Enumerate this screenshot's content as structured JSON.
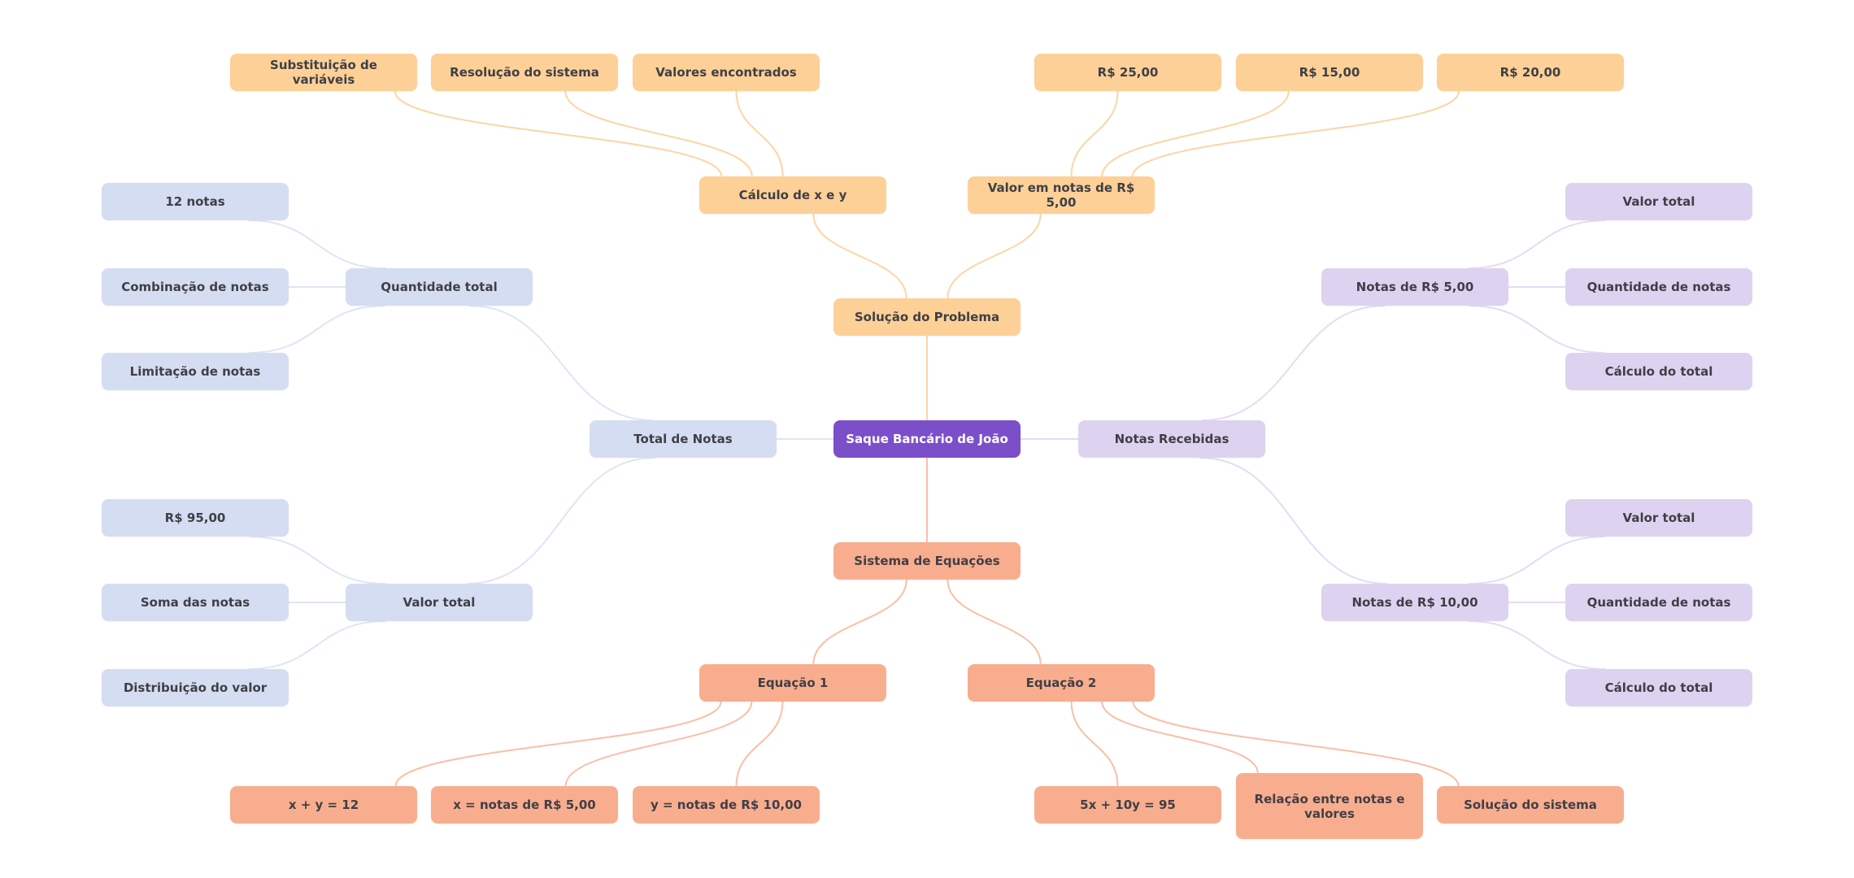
{
  "mindmap": {
    "root": {
      "id": "root",
      "label": "Saque Bancário de João",
      "color": "#7b4fc9"
    },
    "palette": {
      "orange": {
        "fill": "#fdd097",
        "edge": "#fdd5a3"
      },
      "salmon": {
        "fill": "#f9ad8f",
        "edge": "#f9bfa6"
      },
      "blue": {
        "fill": "#d5ddf2",
        "edge": "#dfe5f5"
      },
      "purple": {
        "fill": "#ddd3f0",
        "edge": "#e4dcf4"
      },
      "text": "#3f3f46"
    },
    "nodes": [
      {
        "id": "solucao",
        "parent": "root",
        "label": "Solução do Problema",
        "branch": "orange"
      },
      {
        "id": "calculo",
        "parent": "solucao",
        "label": "Cálculo de x e y",
        "branch": "orange"
      },
      {
        "id": "valor5",
        "parent": "solucao",
        "label": "Valor em notas de R$ 5,00",
        "branch": "orange"
      },
      {
        "id": "subst",
        "parent": "calculo",
        "label": "Substituição de variáveis",
        "branch": "orange"
      },
      {
        "id": "resol",
        "parent": "calculo",
        "label": "Resolução do sistema",
        "branch": "orange"
      },
      {
        "id": "valores",
        "parent": "calculo",
        "label": "Valores encontrados",
        "branch": "orange"
      },
      {
        "id": "r25",
        "parent": "valor5",
        "label": "R$ 25,00",
        "branch": "orange"
      },
      {
        "id": "r15",
        "parent": "valor5",
        "label": "R$ 15,00",
        "branch": "orange"
      },
      {
        "id": "r20",
        "parent": "valor5",
        "label": "R$ 20,00",
        "branch": "orange"
      },
      {
        "id": "sistema",
        "parent": "root",
        "label": "Sistema de Equações",
        "branch": "salmon"
      },
      {
        "id": "eq1",
        "parent": "sistema",
        "label": "Equação 1",
        "branch": "salmon"
      },
      {
        "id": "eq2",
        "parent": "sistema",
        "label": "Equação 2",
        "branch": "salmon"
      },
      {
        "id": "xy12",
        "parent": "eq1",
        "label": "x + y = 12",
        "branch": "salmon"
      },
      {
        "id": "xnotas",
        "parent": "eq1",
        "label": "x = notas de R$ 5,00",
        "branch": "salmon"
      },
      {
        "id": "ynotas",
        "parent": "eq1",
        "label": "y = notas de R$ 10,00",
        "branch": "salmon"
      },
      {
        "id": "eq95",
        "parent": "eq2",
        "label": "5x + 10y = 95",
        "branch": "salmon"
      },
      {
        "id": "relacao",
        "parent": "eq2",
        "label": "Relação entre notas e valores",
        "branch": "salmon"
      },
      {
        "id": "solsis",
        "parent": "eq2",
        "label": "Solução do sistema",
        "branch": "salmon"
      },
      {
        "id": "total",
        "parent": "root",
        "label": "Total de Notas",
        "branch": "blue"
      },
      {
        "id": "qtd",
        "parent": "total",
        "label": "Quantidade total",
        "branch": "blue"
      },
      {
        "id": "valtot",
        "parent": "total",
        "label": "Valor total",
        "branch": "blue"
      },
      {
        "id": "n12",
        "parent": "qtd",
        "label": "12 notas",
        "branch": "blue"
      },
      {
        "id": "comb",
        "parent": "qtd",
        "label": "Combinação de notas",
        "branch": "blue"
      },
      {
        "id": "limit",
        "parent": "qtd",
        "label": "Limitação de notas",
        "branch": "blue"
      },
      {
        "id": "r95",
        "parent": "valtot",
        "label": "R$ 95,00",
        "branch": "blue"
      },
      {
        "id": "soma",
        "parent": "valtot",
        "label": "Soma das notas",
        "branch": "blue"
      },
      {
        "id": "distr",
        "parent": "valtot",
        "label": "Distribuição do valor",
        "branch": "blue"
      },
      {
        "id": "recebidas",
        "parent": "root",
        "label": "Notas Recebidas",
        "branch": "purple"
      },
      {
        "id": "n5",
        "parent": "recebidas",
        "label": "Notas de R$ 5,00",
        "branch": "purple"
      },
      {
        "id": "n10",
        "parent": "recebidas",
        "label": "Notas de R$ 10,00",
        "branch": "purple"
      },
      {
        "id": "n5val",
        "parent": "n5",
        "label": "Valor total",
        "branch": "purple"
      },
      {
        "id": "n5qtd",
        "parent": "n5",
        "label": "Quantidade de notas",
        "branch": "purple"
      },
      {
        "id": "n5calc",
        "parent": "n5",
        "label": "Cálculo do total",
        "branch": "purple"
      },
      {
        "id": "n10val",
        "parent": "n10",
        "label": "Valor total",
        "branch": "purple"
      },
      {
        "id": "n10qtd",
        "parent": "n10",
        "label": "Quantidade de notas",
        "branch": "purple"
      },
      {
        "id": "n10calc",
        "parent": "n10",
        "label": "Cálculo do total",
        "branch": "purple"
      }
    ]
  }
}
